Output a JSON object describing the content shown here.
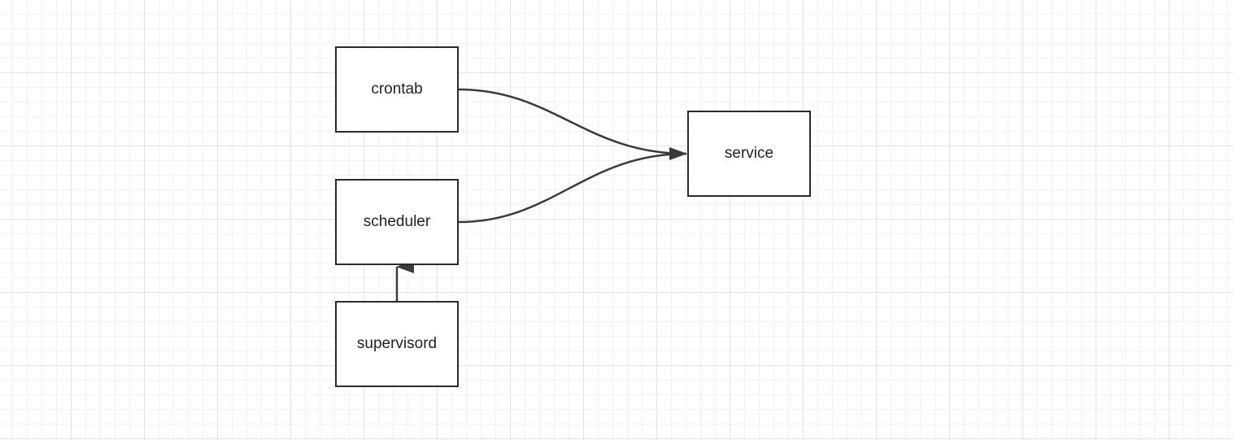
{
  "nodes": {
    "crontab": "crontab",
    "scheduler": "scheduler",
    "supervisord": "supervisord",
    "service": "service"
  },
  "edges": [
    {
      "from": "crontab",
      "to": "service"
    },
    {
      "from": "scheduler",
      "to": "service"
    },
    {
      "from": "supervisord",
      "to": "scheduler"
    }
  ],
  "colors": {
    "stroke": "#2b2b2b",
    "connector": "#3a3a3a",
    "grid": "#e2e2e2"
  }
}
